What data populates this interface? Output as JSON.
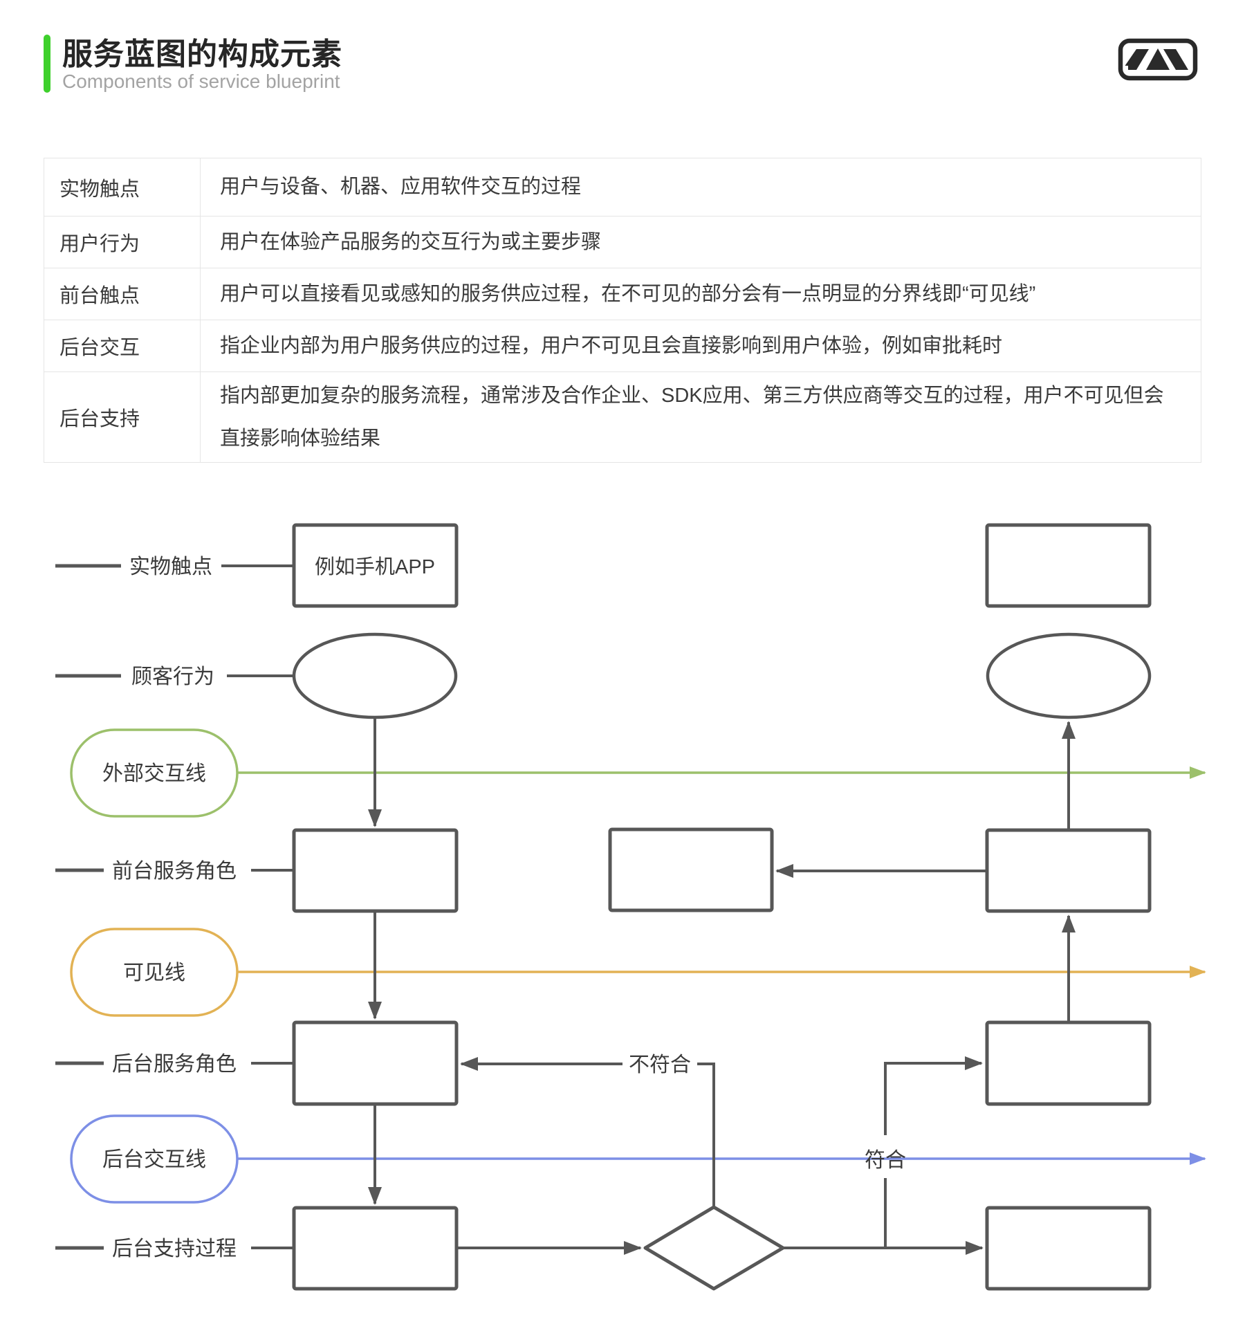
{
  "header": {
    "title": "服务蓝图的构成元素",
    "subtitle": "Components of service blueprint"
  },
  "table": {
    "rows": [
      {
        "term": "实物触点",
        "description": "用户与设备、机器、应用软件交互的过程"
      },
      {
        "term": "用户行为",
        "description": "用户在体验产品服务的交互行为或主要步骤"
      },
      {
        "term": "前台触点",
        "description": "用户可以直接看见或感知的服务供应过程，在不可见的部分会有一点明显的分界线即“可见线”"
      },
      {
        "term": "后台交互",
        "description": "指企业内部为用户服务供应的过程，用户不可见且会直接影响到用户体验，例如审批耗时"
      },
      {
        "term": "后台支持",
        "description": "指内部更加复杂的服务流程，通常涉及合作企业、SDK应用、第三方供应商等交互的过程，用户不可见但会直接影响体验结果"
      }
    ]
  },
  "diagram": {
    "lanes": [
      {
        "label": "实物触点"
      },
      {
        "label": "顾客行为"
      },
      {
        "label": "前台服务角色"
      },
      {
        "label": "后台服务角色"
      },
      {
        "label": "后台支持过程"
      }
    ],
    "lines": [
      {
        "label": "外部交互线",
        "color": "#9cc06b"
      },
      {
        "label": "可见线",
        "color": "#e2b254"
      },
      {
        "label": "后台交互线",
        "color": "#7d8fe6"
      }
    ],
    "nodes": {
      "app_example": "例如手机APP"
    },
    "branches": {
      "no_match": "不符合",
      "match": "符合"
    },
    "stroke_color": "#575757"
  }
}
